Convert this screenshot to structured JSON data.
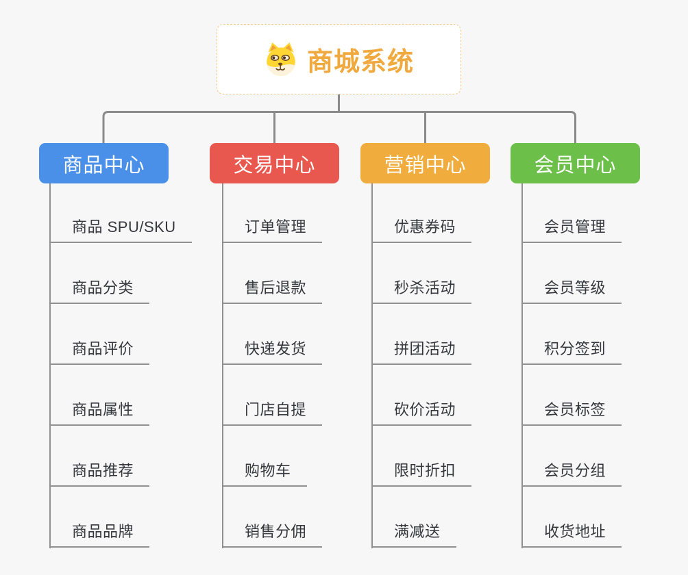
{
  "root": {
    "title": "商城系统",
    "icon": "dog-face-icon"
  },
  "branches": [
    {
      "label": "商品中心",
      "color": "#4a90e8",
      "items": [
        "商品 SPU/SKU",
        "商品分类",
        "商品评价",
        "商品属性",
        "商品推荐",
        "商品品牌"
      ]
    },
    {
      "label": "交易中心",
      "color": "#e8584f",
      "items": [
        "订单管理",
        "售后退款",
        "快递发货",
        "门店自提",
        "购物车",
        "销售分佣"
      ]
    },
    {
      "label": "营销中心",
      "color": "#f0ac3c",
      "items": [
        "优惠券码",
        "秒杀活动",
        "拼团活动",
        "砍价活动",
        "限时折扣",
        "满减送"
      ]
    },
    {
      "label": "会员中心",
      "color": "#6cc04a",
      "items": [
        "会员管理",
        "会员等级",
        "积分签到",
        "会员标签",
        "会员分组",
        "收货地址"
      ]
    }
  ],
  "colors": {
    "background": "#f7f7f7",
    "connector": "#8a8a8a",
    "node_line": "#909090",
    "item_text": "#35373c",
    "root_title": "#f0a93f",
    "root_border": "#f4c888",
    "root_background": "#ffffff",
    "branch_text": "#ffffff"
  }
}
